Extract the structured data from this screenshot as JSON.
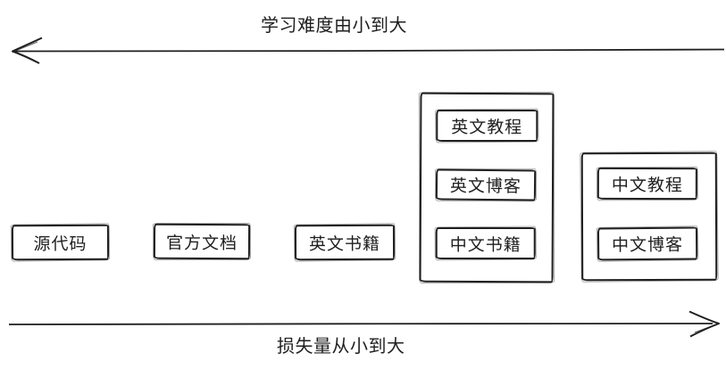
{
  "diagram": {
    "background_color": "#ffffff",
    "ink_color": "#1f1f1f",
    "top_axis": {
      "label": "学习难度由小到大",
      "direction": "left",
      "arrow_icon": "arrow-left"
    },
    "bottom_axis": {
      "label": "损失量从小到大",
      "direction": "right",
      "arrow_icon": "arrow-right"
    },
    "standalone_boxes": [
      {
        "label": "源代码"
      },
      {
        "label": "官方文档"
      },
      {
        "label": "英文书籍"
      }
    ],
    "groups": [
      {
        "items": [
          {
            "label": "英文教程"
          },
          {
            "label": "英文博客"
          },
          {
            "label": "中文书籍"
          }
        ]
      },
      {
        "items": [
          {
            "label": "中文教程"
          },
          {
            "label": "中文博客"
          }
        ]
      }
    ]
  }
}
